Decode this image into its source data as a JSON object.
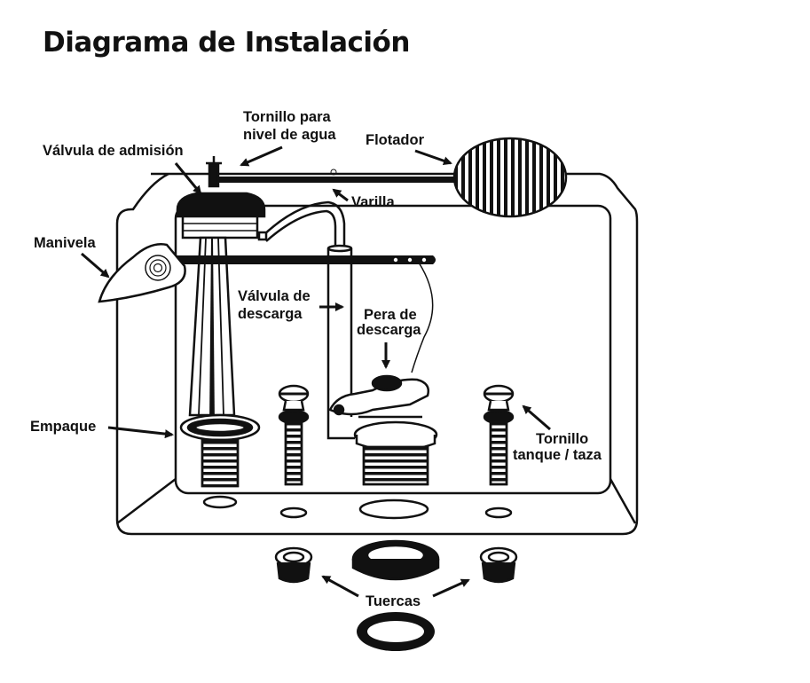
{
  "title": "Diagrama de Instalación",
  "labels": {
    "tornillo_nivel_1": "Tornillo para",
    "tornillo_nivel_2": "nivel de agua",
    "valvula_admision": "Válvula de admisión",
    "flotador": "Flotador",
    "varilla": "Varilla",
    "manivela": "Manivela",
    "valvula_descarga_1": "Válvula de",
    "valvula_descarga_2": "descarga",
    "pera_descarga_1": "Pera de",
    "pera_descarga_2": "descarga",
    "empaque": "Empaque",
    "tornillo_tanque_1": "Tornillo",
    "tornillo_tanque_2": "tanque / taza",
    "tuercas": "Tuercas"
  }
}
